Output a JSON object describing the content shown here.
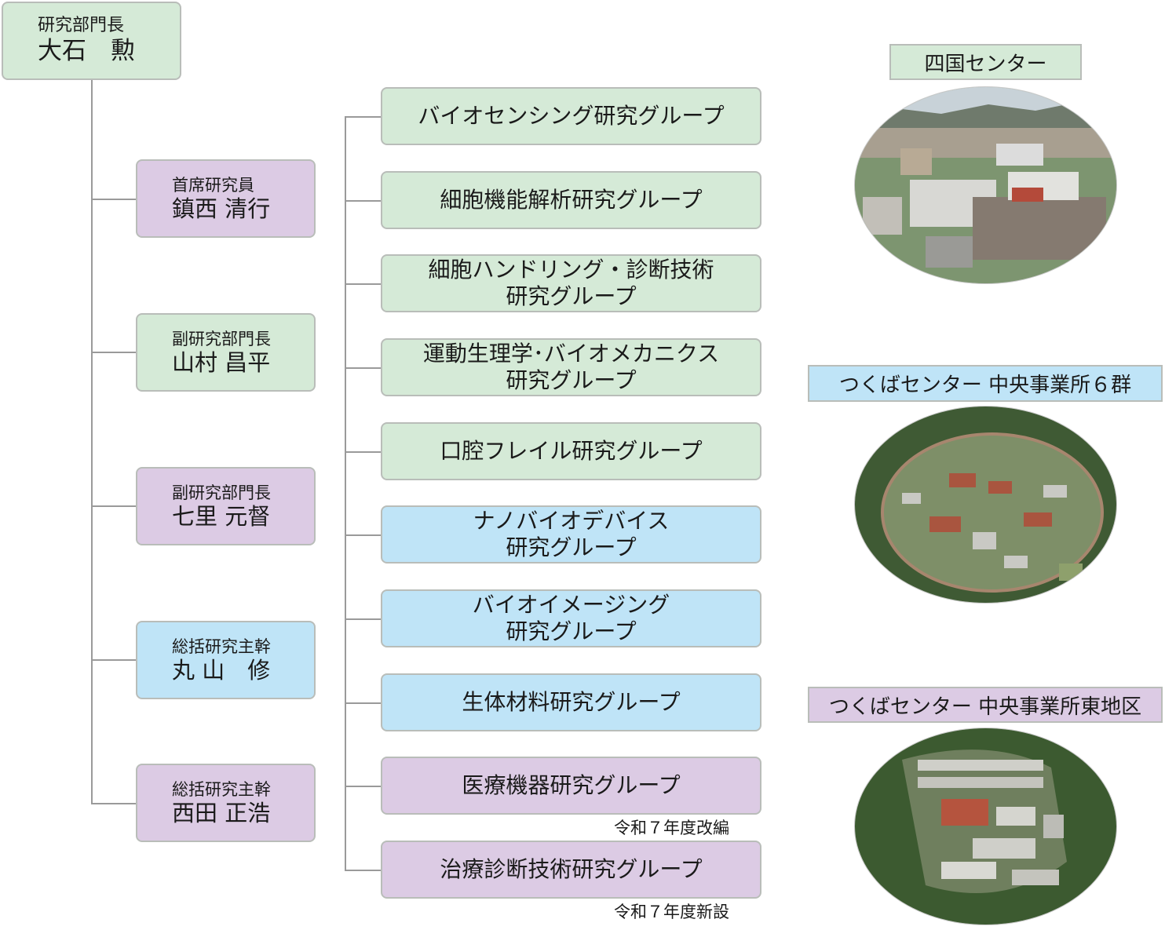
{
  "head": {
    "role": "研究部門長",
    "name": "大石　勲"
  },
  "officers": [
    {
      "role": "首席研究員",
      "name": "鎮西 清行"
    },
    {
      "role": "副研究部門長",
      "name": "山村 昌平"
    },
    {
      "role": "副研究部門長",
      "name": "七里 元督"
    },
    {
      "role": "総括研究主幹",
      "name": "丸 山　修"
    },
    {
      "role": "総括研究主幹",
      "name": "西田 正浩"
    }
  ],
  "groups": [
    {
      "lines": [
        "バイオセンシング研究グループ"
      ]
    },
    {
      "lines": [
        "細胞機能解析研究グループ"
      ]
    },
    {
      "lines": [
        "細胞ハンドリング・診断技術",
        "研究グループ"
      ]
    },
    {
      "lines": [
        "運動生理学･バイオメカニクス",
        "研究グループ"
      ]
    },
    {
      "lines": [
        "口腔フレイル研究グループ"
      ]
    },
    {
      "lines": [
        "ナノバイオデバイス",
        "研究グループ"
      ]
    },
    {
      "lines": [
        "バイオイメージング",
        "研究グループ"
      ]
    },
    {
      "lines": [
        "生体材料研究グループ"
      ]
    },
    {
      "lines": [
        "医療機器研究グループ"
      ]
    },
    {
      "lines": [
        "治療診断技術研究グループ"
      ]
    }
  ],
  "notes": [
    "令和７年度改編",
    "令和７年度新設"
  ],
  "sites": [
    {
      "label": "四国センター"
    },
    {
      "label": "つくばセンター 中央事業所６群"
    },
    {
      "label": "つくばセンター 中央事業所東地区"
    }
  ],
  "colors": {
    "green": "#d5ead7",
    "purple": "#dccbe4",
    "blue": "#bfe4f7",
    "line": "#9a9a9a"
  }
}
